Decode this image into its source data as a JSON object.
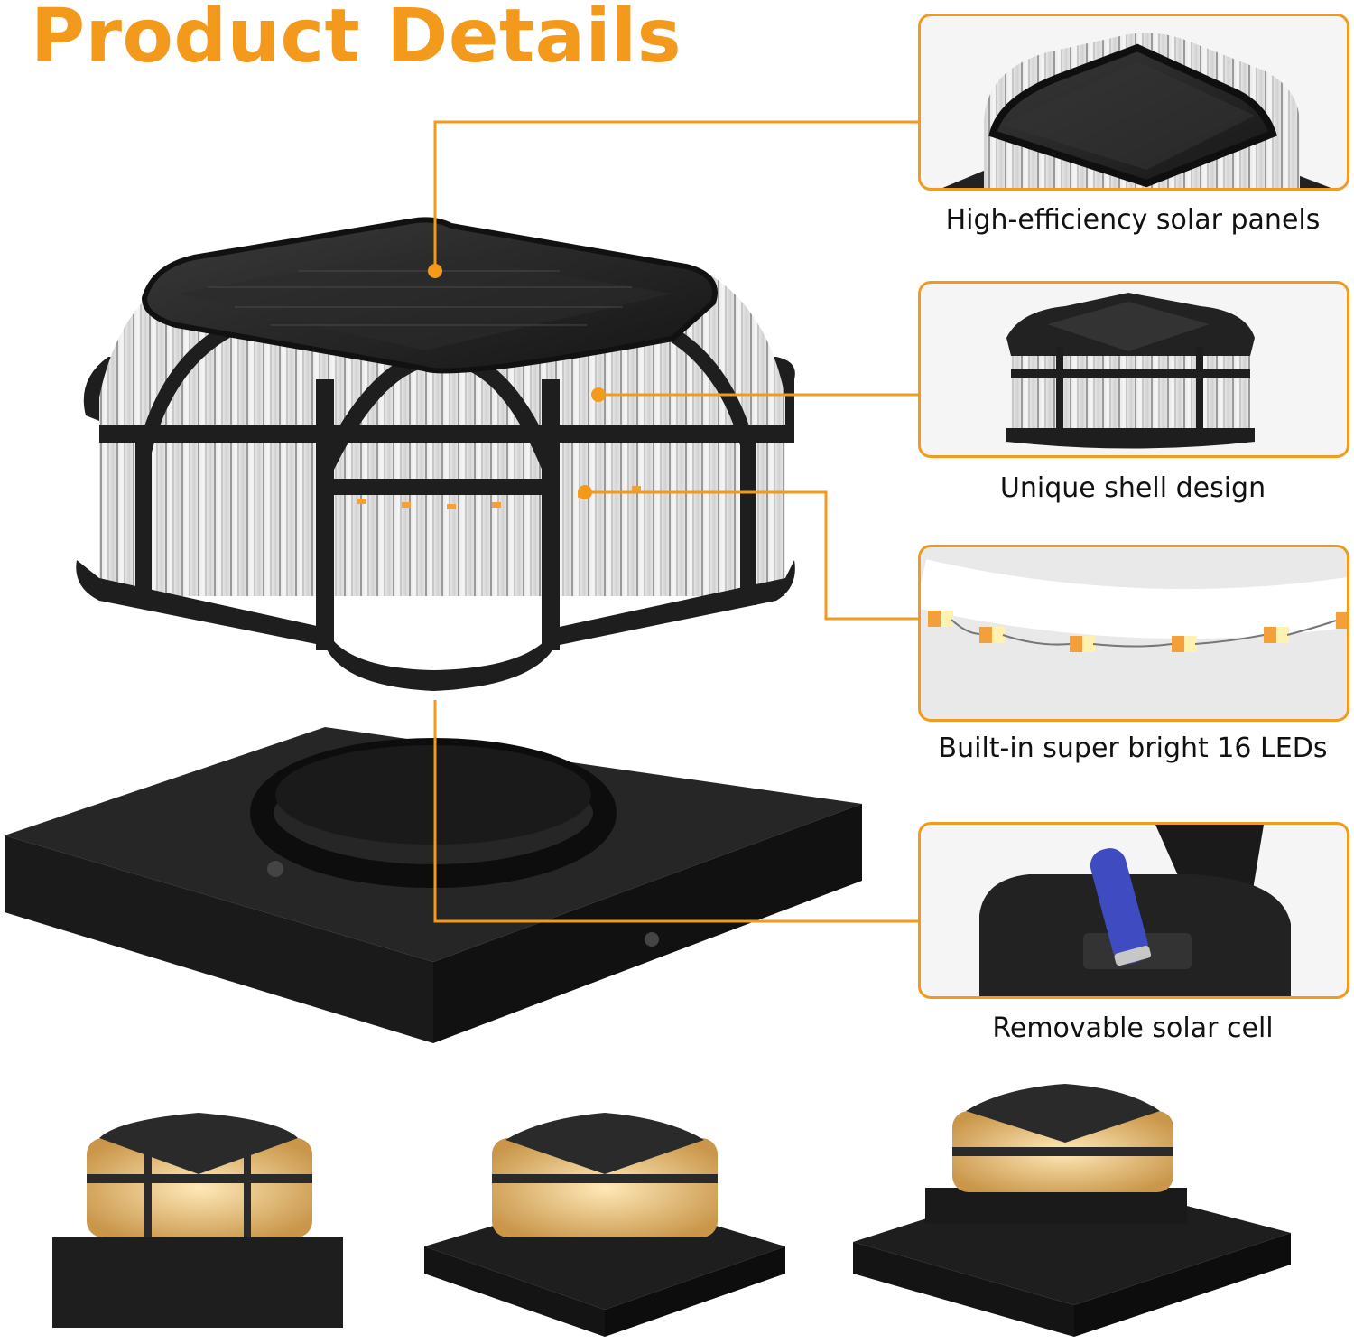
{
  "title": "Product Details",
  "colors": {
    "accent": "#F39A1D",
    "product": "#1c1c1c",
    "glow": "#FFD58A"
  },
  "features": [
    {
      "label": "High-efficiency solar panels",
      "icon": "solar-panel-closeup"
    },
    {
      "label": "Unique shell design",
      "icon": "lamp-shell"
    },
    {
      "label": "Built-in super bright 16 LEDs",
      "icon": "led-strip"
    },
    {
      "label": "Removable solar cell",
      "icon": "battery-compartment"
    }
  ]
}
